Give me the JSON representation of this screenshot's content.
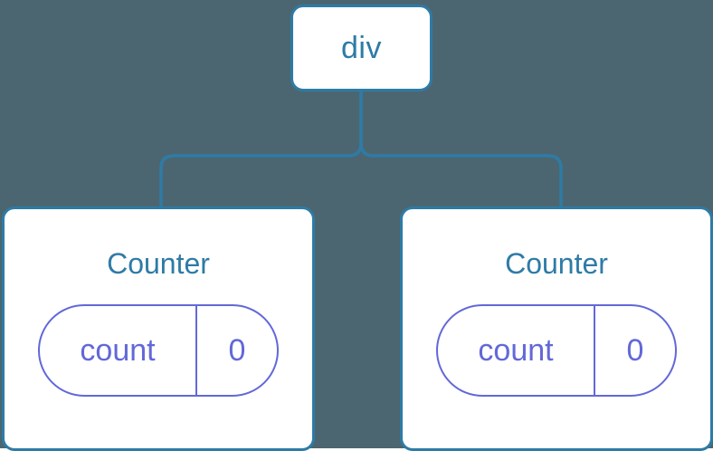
{
  "diagram": {
    "type": "component-tree",
    "background_color": "#4b6670",
    "node_border_color": "#2e7ba6",
    "node_fill_color": "#ffffff",
    "node_label_color": "#2e7ba6",
    "state_pill_color": "#6268d8",
    "connector_color": "#2e7ba6",
    "root": {
      "label": "div"
    },
    "children": [
      {
        "label": "Counter",
        "state": {
          "key": "count",
          "value": "0"
        }
      },
      {
        "label": "Counter",
        "state": {
          "key": "count",
          "value": "0"
        }
      }
    ]
  }
}
